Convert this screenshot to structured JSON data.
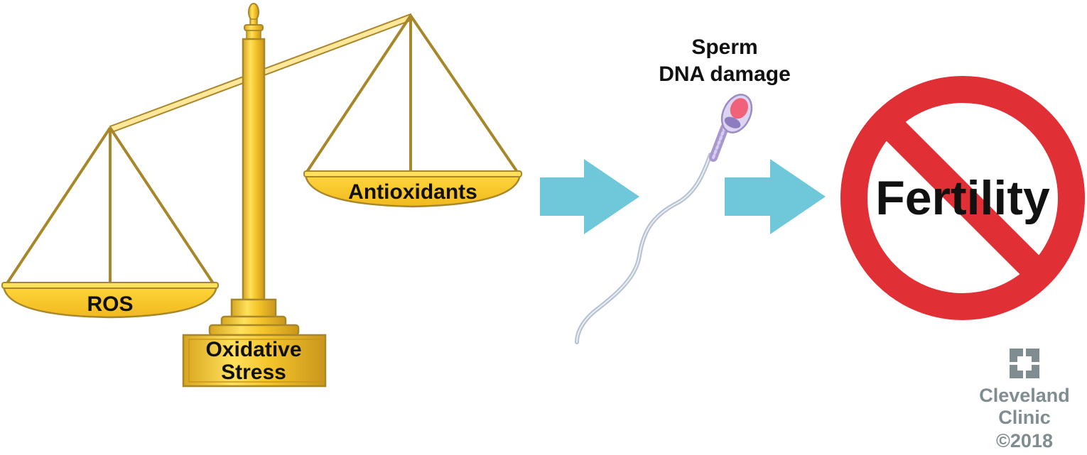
{
  "diagram": {
    "scale": {
      "left_pan_label": "ROS",
      "right_pan_label": "Antioxidants",
      "base_label_line1": "Oxidative",
      "base_label_line2": "Stress"
    },
    "sperm": {
      "label_line1": "Sperm",
      "label_line2": "DNA damage"
    },
    "result": {
      "label": "Fertility",
      "symbol": "prohibition-sign"
    },
    "flow": [
      "ROS vs Antioxidants scale",
      "Sperm DNA damage",
      "Fertility"
    ]
  },
  "logo": {
    "name_line1": "Cleveland",
    "name_line2": "Clinic",
    "copyright": "©2018"
  },
  "colors": {
    "gold": "#f5c52a",
    "gold_light": "#ffe15c",
    "gold_dark": "#a8862a",
    "arrow": "#6fc8da",
    "prohibition_red": "#e02f35",
    "logo_gray": "#7f8c90",
    "text": "#111111"
  }
}
